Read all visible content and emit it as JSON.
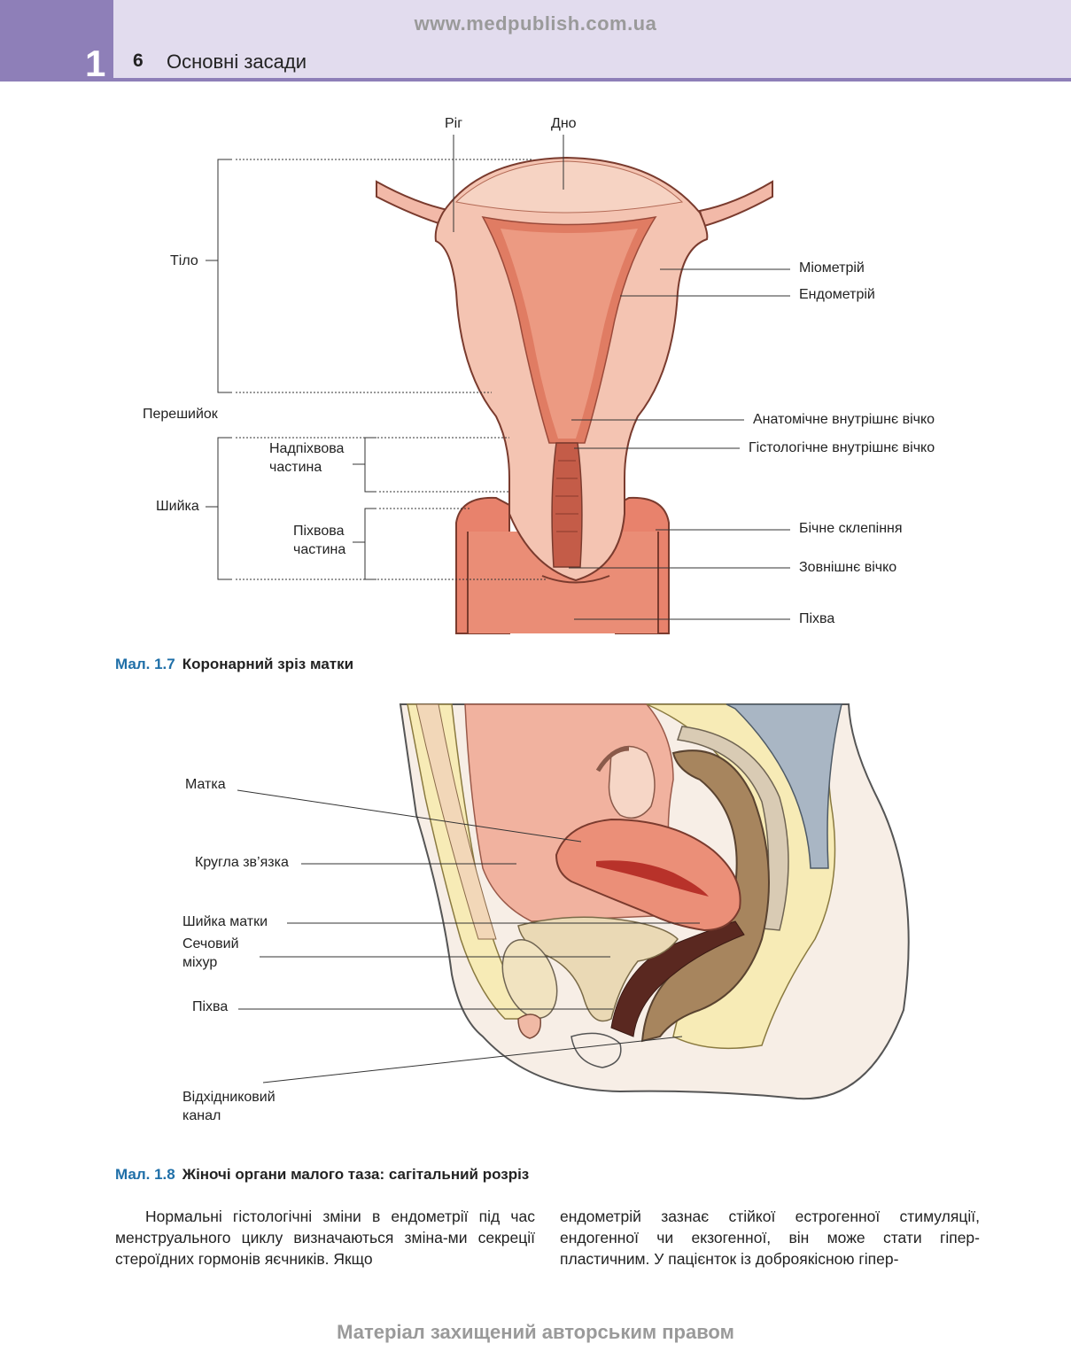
{
  "header": {
    "site_url": "www.medpublish.com.ua",
    "chapter_number": "1",
    "page_number": "6",
    "section_title": "Основні засади"
  },
  "figure_1_7": {
    "labels": {
      "horn": "Ріг",
      "fundus": "Дно",
      "body": "Тіло",
      "isthmus": "Перешийок",
      "cervix": "Шийка",
      "supravaginal": "Надпіхвова\nчастина",
      "vaginal_part": "Піхвова\nчастина",
      "myometrium": "Міометрій",
      "endometrium": "Ендометрій",
      "anatomical_os": "Анатомічне внутрішнє вічко",
      "histological_os": "Гістологічне внутрішнє вічко",
      "lateral_fornix": "Бічне склепіння",
      "external_os": "Зовнішнє вічко",
      "vagina": "Піхва"
    },
    "caption_number": "Мал. 1.7",
    "caption_text": "Коронарний зріз матки"
  },
  "figure_1_8": {
    "labels": {
      "uterus": "Матка",
      "round_ligament": "Кругла зв’язка",
      "cervix": "Шийка матки",
      "bladder": "Сечовий\nміхур",
      "vagina": "Піхва",
      "anal_canal": "Відхідниковий\nканал"
    },
    "caption_number": "Мал. 1.8",
    "caption_text": "Жіночі органи малого таза: сагітальний розріз"
  },
  "body_text": {
    "col1": "Нормальні гістологічні зміни в ендометрії під час менструального циклу визначаються зміна-ми секреції стероїдних гормонів яєчників. Якщо",
    "col2": "ендометрій зазнає стійкої естрогенної стимуляції, ендогенної чи екзогенної, він може стати гіпер-пластичним. У пацієнток із доброякісною гіпер-"
  },
  "footer": {
    "watermark": "Матеріал захищений авторським правом"
  }
}
